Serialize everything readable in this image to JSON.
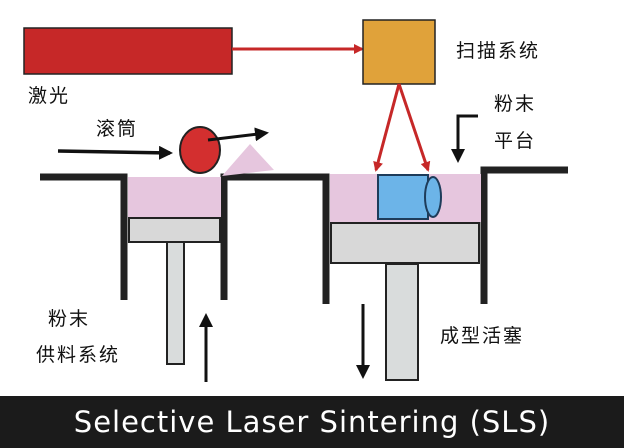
{
  "labels": {
    "laser": "激光",
    "scanner": "扫描系统",
    "roller": "滚筒",
    "powder_platform_line1": "粉末",
    "powder_platform_line2": "平台",
    "feed_line1": "粉末",
    "feed_line2": "供料系统",
    "piston": "成型活塞"
  },
  "footer": {
    "title": "Selective Laser Sintering (SLS)"
  },
  "colors": {
    "laser": "#c62828",
    "scanner": "#e0a23a",
    "beam": "#c62828",
    "roller": "#d32f2f",
    "powder": "#e6c6de",
    "part": "#6cb4e8",
    "piston_head": "#d8d8d8",
    "rod": "#d9dcdc",
    "wall": "#222222",
    "footer_bg": "#1b1b1b"
  }
}
